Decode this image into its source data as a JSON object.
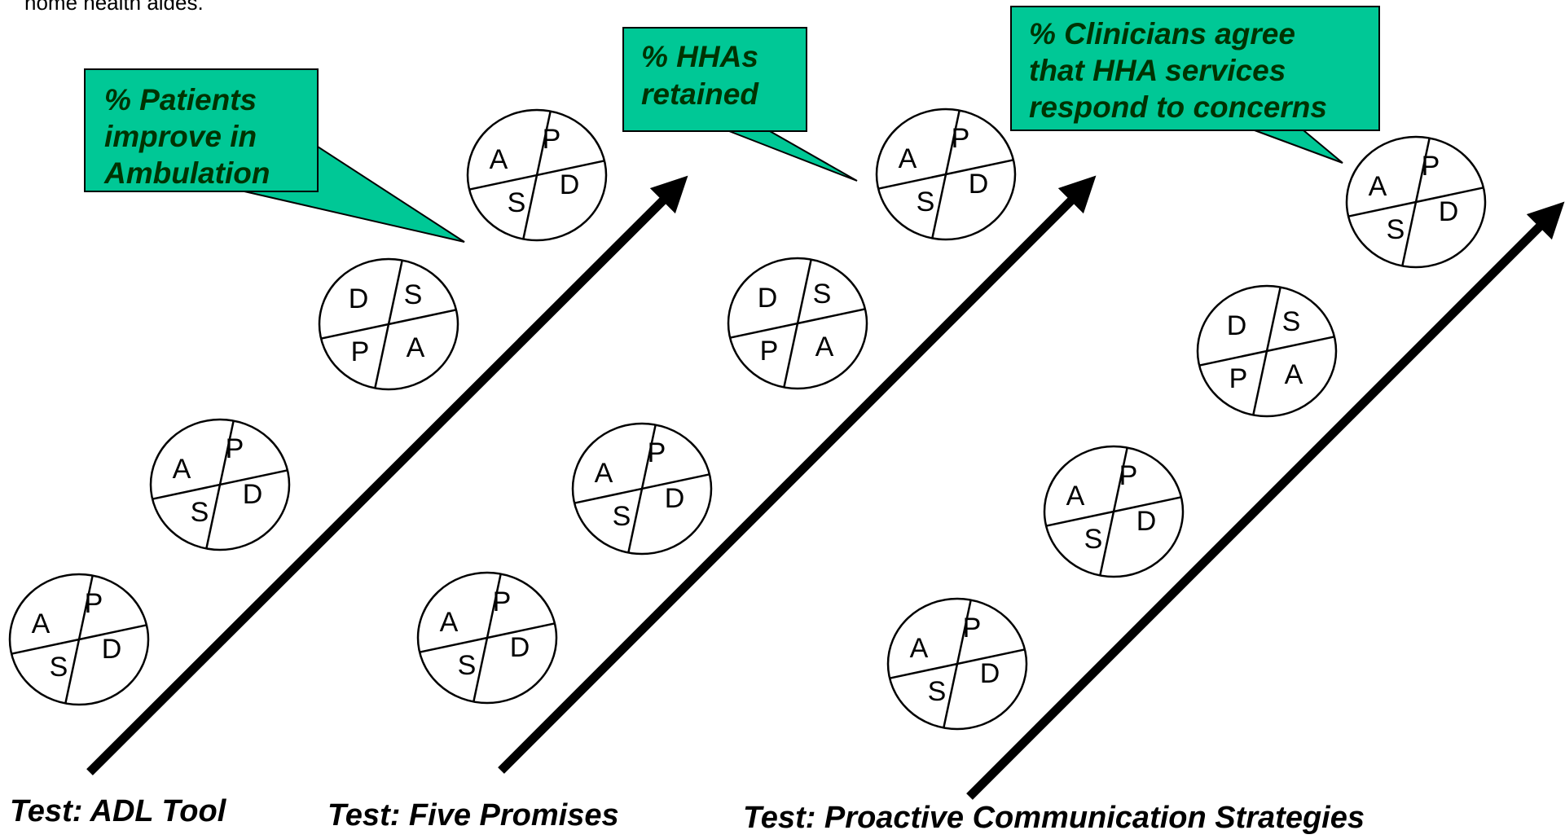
{
  "header_fragment": "home health aides.",
  "colors": {
    "callout": "#00c896",
    "callout_text": "#003300",
    "arrow": "#000000"
  },
  "pdsa_labels": {
    "P": "P",
    "D": "D",
    "S": "S",
    "A": "A"
  },
  "callouts": [
    {
      "lines": [
        "% Patients",
        "improve in",
        "Ambulation"
      ]
    },
    {
      "lines": [
        "% HHAs",
        "retained"
      ]
    },
    {
      "lines": [
        "% Clinicians agree",
        "that HHA services",
        "respond to concerns"
      ]
    }
  ],
  "tests": [
    {
      "caption": "Test: ADL Tool"
    },
    {
      "caption": "Test: Five Promises"
    },
    {
      "caption": "Test: Proactive Communication Strategies"
    }
  ]
}
